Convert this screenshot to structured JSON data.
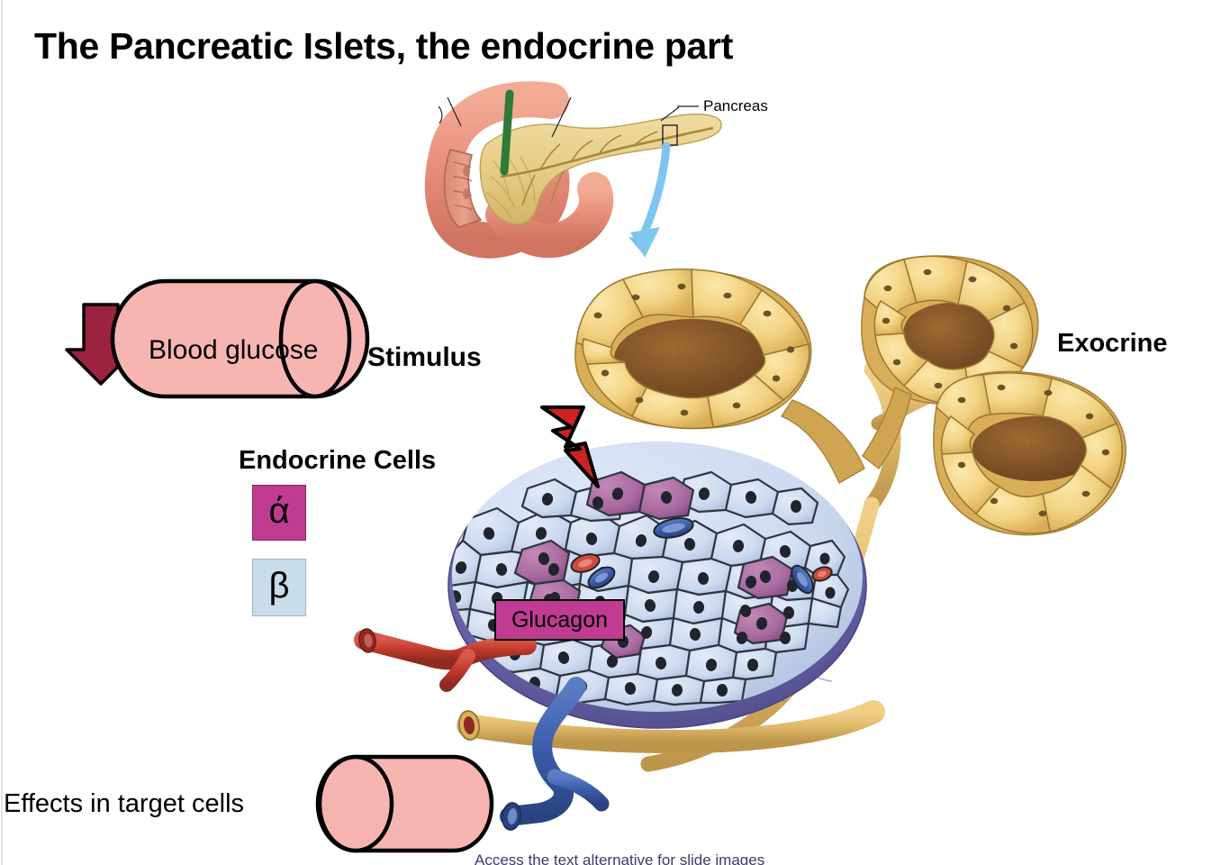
{
  "slide": {
    "title": "The Pancreatic Islets, the endocrine part",
    "alt_text_note": "Access the text alternative for slide images",
    "background": "#ffffff"
  },
  "anatomy": {
    "pancreas_label": "Pancreas",
    "organs": {
      "duodenum_color": "#e8907c",
      "pancreas_color": "#e8cf88",
      "bile_duct_color": "#2f7a37",
      "zoom_arrow_color": "#7ec6ee"
    }
  },
  "stimulus": {
    "cylinder_label": "Blood glucose",
    "label": "Stimulus",
    "arrow_direction": "down",
    "arrow_color": "#9c2340",
    "cylinder_color": "#f7b5b2"
  },
  "endocrine": {
    "heading": "Endocrine Cells",
    "cells": [
      {
        "symbol": "ά",
        "name": "alpha-cell",
        "color": "#bf3c92"
      },
      {
        "symbol": "β",
        "name": "beta-cell",
        "color": "#c9dcea"
      }
    ]
  },
  "exocrine": {
    "label": "Exocrine",
    "acinus_color": "#efc96b",
    "lumen_color": "#8a5a2a",
    "duct_color": "#ddb866"
  },
  "islet": {
    "hormone_label": "Glucagon",
    "hormone_label_color": "#bf3c92",
    "beta_cell_color": "#ccd9ef",
    "alpha_cell_color": "#a86aa0",
    "capsule_color": "#6f6bac",
    "lightning_color": "#cc2222",
    "artery_color": "#c0392b",
    "vein_color": "#3b5ba8"
  },
  "effects": {
    "label": "Effects in target cells",
    "cylinder_color": "#f7b5b2"
  }
}
